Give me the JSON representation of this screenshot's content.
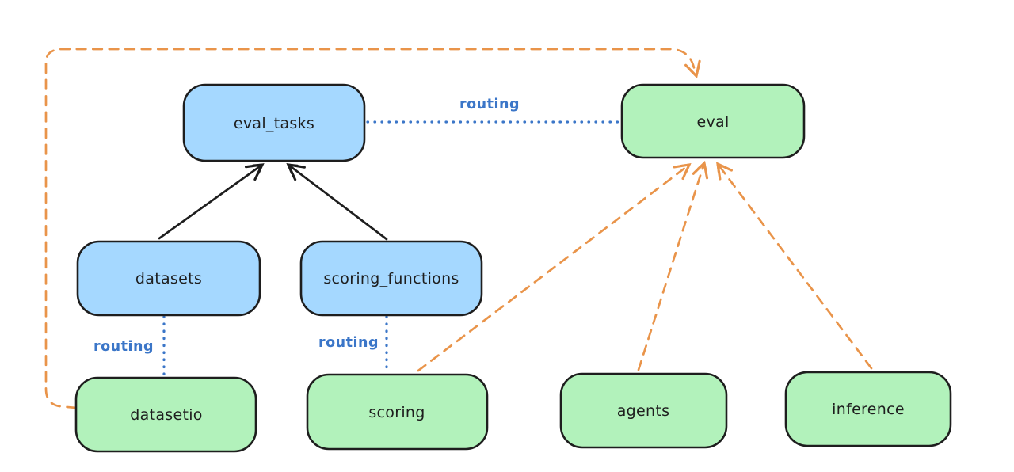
{
  "diagram": {
    "type": "architecture-diagram",
    "style": "hand-drawn (excalidraw-like)",
    "background": "#ffffff"
  },
  "colors": {
    "node_blue_fill": "#a5d8ff",
    "node_green_fill": "#b2f2bb",
    "node_stroke": "#1e1e1e",
    "text": "#1e1e1e",
    "arrow_black": "#1e1e1e",
    "arrow_orange": "#e9944a",
    "routing_blue": "#3b76c8"
  },
  "nodes": {
    "eval_tasks": {
      "label": "eval_tasks",
      "color": "blue"
    },
    "eval": {
      "label": "eval",
      "color": "green"
    },
    "datasets": {
      "label": "datasets",
      "color": "blue"
    },
    "scoring_functions": {
      "label": "scoring_functions",
      "color": "blue"
    },
    "datasetio": {
      "label": "datasetio",
      "color": "green"
    },
    "scoring": {
      "label": "scoring",
      "color": "green"
    },
    "agents": {
      "label": "agents",
      "color": "green"
    },
    "inference": {
      "label": "inference",
      "color": "green"
    }
  },
  "edge_labels": {
    "routing_top": "routing",
    "routing_datasets": "routing",
    "routing_scoring": "routing"
  },
  "edges": [
    {
      "from": "datasets",
      "to": "eval_tasks",
      "style": "solid-black-arrow"
    },
    {
      "from": "scoring_functions",
      "to": "eval_tasks",
      "style": "solid-black-arrow"
    },
    {
      "from": "eval_tasks",
      "to": "eval",
      "style": "dotted-blue",
      "label": "routing"
    },
    {
      "from": "datasets",
      "to": "datasetio",
      "style": "dotted-blue",
      "label": "routing"
    },
    {
      "from": "scoring_functions",
      "to": "scoring",
      "style": "dotted-blue",
      "label": "routing"
    },
    {
      "from": "datasetio",
      "to": "eval",
      "style": "dashed-orange-arrow",
      "path": "left-around-top"
    },
    {
      "from": "scoring",
      "to": "eval",
      "style": "dashed-orange-arrow"
    },
    {
      "from": "agents",
      "to": "eval",
      "style": "dashed-orange-arrow"
    },
    {
      "from": "inference",
      "to": "eval",
      "style": "dashed-orange-arrow"
    }
  ]
}
